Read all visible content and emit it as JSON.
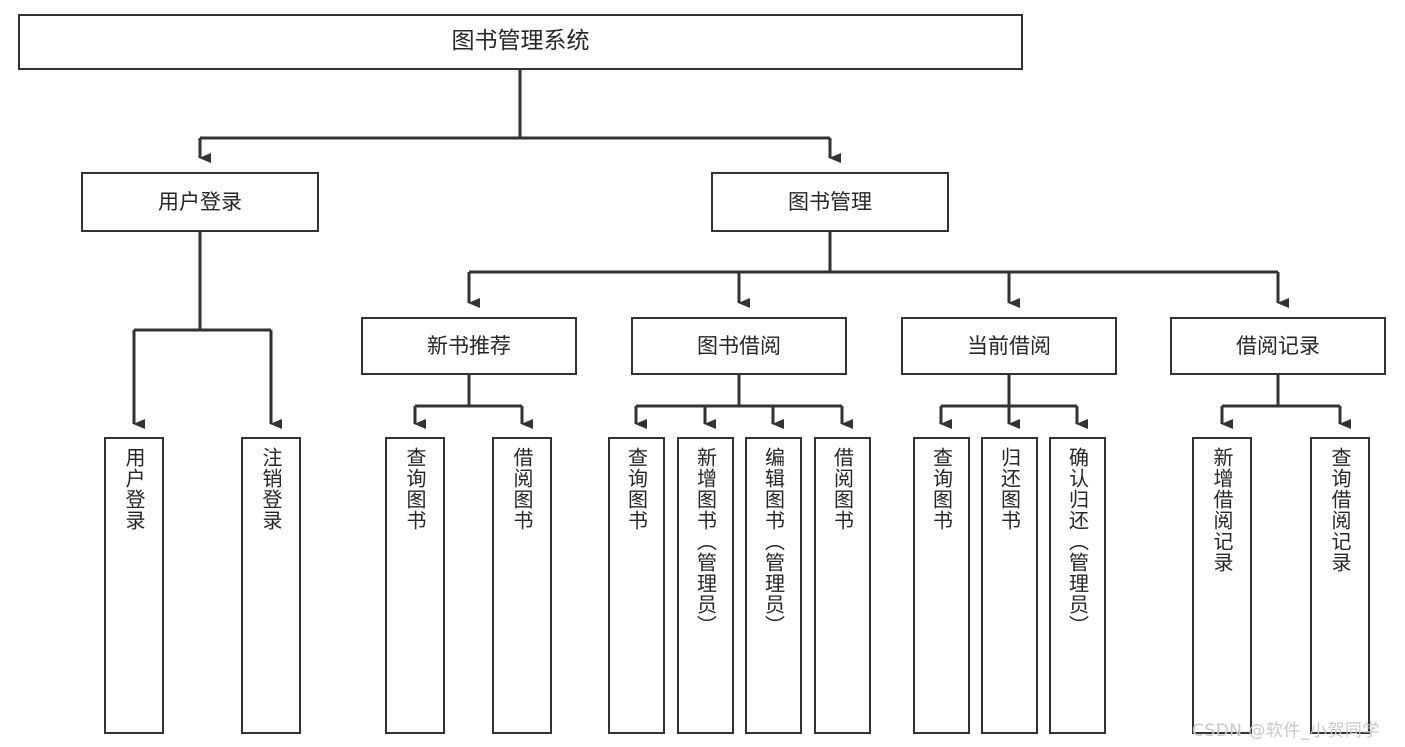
{
  "diagram": {
    "title": "图书管理系统",
    "type": "hierarchy-tree",
    "root": {
      "label": "图书管理系统"
    },
    "level1": [
      {
        "label": "用户登录"
      },
      {
        "label": "图书管理"
      }
    ],
    "level2": [
      {
        "label": "新书推荐"
      },
      {
        "label": "图书借阅"
      },
      {
        "label": "当前借阅"
      },
      {
        "label": "借阅记录"
      }
    ],
    "leaves": {
      "user_login": [
        {
          "label": "用户登录"
        },
        {
          "label": "注销登录"
        }
      ],
      "new_book_recommend": [
        {
          "label": "查询图书"
        },
        {
          "label": "借阅图书"
        }
      ],
      "book_borrow": [
        {
          "label": "查询图书"
        },
        {
          "label": "新增图书（管理员）"
        },
        {
          "label": "编辑图书（管理员）"
        },
        {
          "label": "借阅图书"
        }
      ],
      "current_borrow": [
        {
          "label": "查询图书"
        },
        {
          "label": "归还图书"
        },
        {
          "label": "确认归还（管理员）"
        }
      ],
      "borrow_record": [
        {
          "label": "新增借阅记录"
        },
        {
          "label": "查询借阅记录"
        }
      ]
    }
  },
  "watermark": {
    "text": "CSDN @软件_小贺同学"
  },
  "colors": {
    "stroke": "#333333",
    "text": "#262626",
    "background": "#ffffff",
    "watermark": "#c9c9c9"
  }
}
